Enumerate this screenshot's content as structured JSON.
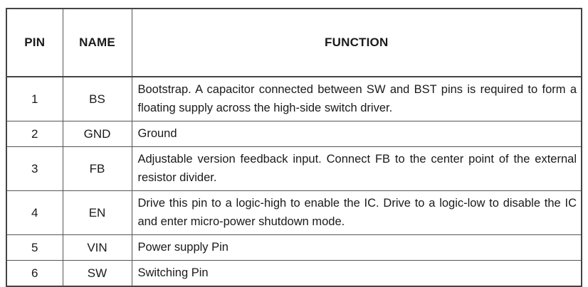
{
  "table": {
    "headers": {
      "pin": "PIN",
      "name": "NAME",
      "function": "FUNCTION"
    },
    "rows": [
      {
        "pin": "1",
        "name": "BS",
        "function": "Bootstrap. A capacitor connected between SW and BST pins is required to form a floating supply across the high-side switch driver."
      },
      {
        "pin": "2",
        "name": "GND",
        "function": "Ground"
      },
      {
        "pin": "3",
        "name": "FB",
        "function": "Adjustable version feedback input. Connect FB to the center point of the external resistor divider."
      },
      {
        "pin": "4",
        "name": "EN",
        "function": "Drive this pin to a logic-high to enable the IC. Drive to a logic-low to disable the IC and enter micro-power shutdown mode."
      },
      {
        "pin": "5",
        "name": "VIN",
        "function": "Power supply Pin"
      },
      {
        "pin": "6",
        "name": "SW",
        "function": "Switching Pin"
      }
    ]
  }
}
